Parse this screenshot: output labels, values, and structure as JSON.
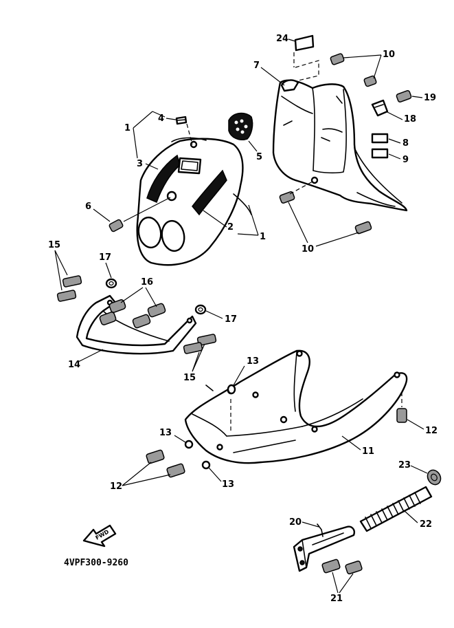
{
  "callouts": {
    "c1a": "1",
    "c1b": "1",
    "c2": "2",
    "c3": "3",
    "c4": "4",
    "c5": "5",
    "c6": "6",
    "c7": "7",
    "c8": "8",
    "c9": "9",
    "c10a": "10",
    "c10b": "10",
    "c11": "11",
    "c12a": "12",
    "c12b": "12",
    "c13a": "13",
    "c13b": "13",
    "c13c": "13",
    "c14": "14",
    "c15a": "15",
    "c15b": "15",
    "c16": "16",
    "c17a": "17",
    "c17b": "17",
    "c18": "18",
    "c19": "19",
    "c20": "20",
    "c21": "21",
    "c22": "22",
    "c23": "23",
    "c24": "24"
  },
  "fwd_label": "FWD",
  "diagram_code": "4VPF300-9260"
}
